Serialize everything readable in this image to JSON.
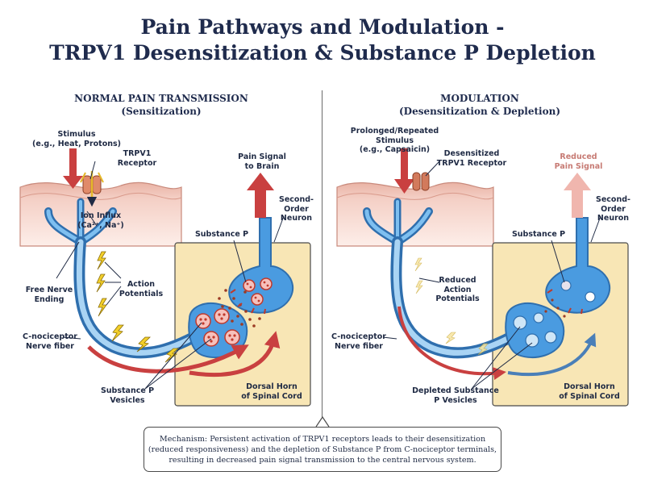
{
  "title": "Pain Pathways and Modulation -\nTRPV1 Desensitization & Substance P Depletion",
  "left_panel": {
    "heading": "NORMAL PAIN TRANSMISSION\n(Sensitization)",
    "labels": {
      "stimulus": "Stimulus\n(e.g., Heat, Protons)",
      "trpv1": "TRPV1\nReceptor",
      "ion_influx": "Ion Influx\n(Ca²⁺, Na⁺)",
      "pain_signal": "Pain Signal\nto Brain",
      "second_order": "Second-\nOrder\nNeuron",
      "substance_p": "Substance P",
      "free_nerve": "Free Nerve\nEnding",
      "action_potentials": "Action\nPotentials",
      "c_nociceptor": "C-nociceptor\nNerve fiber",
      "sp_vesicles": "Substance P\nVesicles",
      "dorsal_horn": "Dorsal Horn\nof Spinal Cord"
    }
  },
  "right_panel": {
    "heading": "MODULATION\n(Desensitization & Depletion)",
    "labels": {
      "stimulus": "Prolonged/Repeated Stimulus\n(e.g., Capsaicin)",
      "trpv1": "Desensitized\nTRPV1 Receptor",
      "pain_signal": "Reduced\nPain Signal",
      "second_order": "Second-\nOrder\nNeuron",
      "substance_p": "Substance P",
      "action_potentials": "Reduced\nAction\nPotentials",
      "c_nociceptor": "C-nociceptor\nNerve fiber",
      "sp_vesicles": "Depleted Substance\nP Vesicles",
      "dorsal_horn": "Dorsal Horn\nof Spinal Cord"
    }
  },
  "mechanism": "Mechanism: Persistent activation of TRPV1 receptors leads to their desensitization\n(reduced responsiveness) and the depletion of Substance P from C-nociceptor terminals,\nresulting in decreased pain signal transmission to the central nervous system.",
  "colors": {
    "skin_top": "#f3cfc4",
    "skin_bottom": "#fbe3dc",
    "nerve": "#3d8fd6",
    "nerve_light": "#a9d4f4",
    "dorsal_horn": "#f8e6b5",
    "arrow_red": "#c94040",
    "arrow_faded": "#f0b6ae",
    "lightning": "#f2cf2a",
    "vesicle": "#d34c4c"
  }
}
